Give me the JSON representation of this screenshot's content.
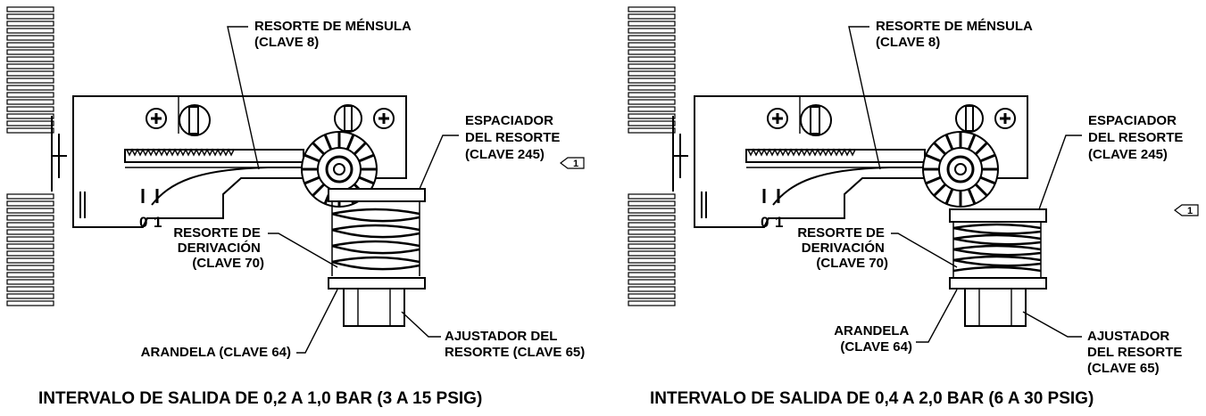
{
  "left": {
    "bracket_spring": [
      "RESORTE DE MÉNSULA",
      "(CLAVE 8)"
    ],
    "spring_spacer": [
      "ESPACIADOR",
      "DEL RESORTE",
      "(CLAVE 245)"
    ],
    "note_marker": "1",
    "bypass_spring": [
      "RESORTE DE",
      "DERIVACIÓN",
      "(CLAVE 70)"
    ],
    "washer": [
      "ARANDELA (CLAVE 64)"
    ],
    "adjuster": [
      "AJUSTADOR DEL",
      "RESORTE (CLAVE 65)"
    ],
    "scale_0": "0",
    "scale_1": "1",
    "caption": "INTERVALO DE SALIDA DE 0,2 A 1,0 BAR (3 A 15 PSIG)"
  },
  "right": {
    "bracket_spring": [
      "RESORTE DE MÉNSULA",
      "(CLAVE 8)"
    ],
    "spring_spacer": [
      "ESPACIADOR",
      "DEL RESORTE",
      "(CLAVE 245)"
    ],
    "note_marker": "1",
    "bypass_spring": [
      "RESORTE DE",
      "DERIVACIÓN",
      "(CLAVE 70)"
    ],
    "washer": [
      "ARANDELA",
      "(CLAVE 64)"
    ],
    "adjuster": [
      "AJUSTADOR",
      "DEL RESORTE",
      "(CLAVE 65)"
    ],
    "scale_0": "0",
    "scale_1": "1",
    "caption": "INTERVALO DE SALIDA DE 0,4 A 2,0 BAR (6 A 30 PSIG)"
  }
}
